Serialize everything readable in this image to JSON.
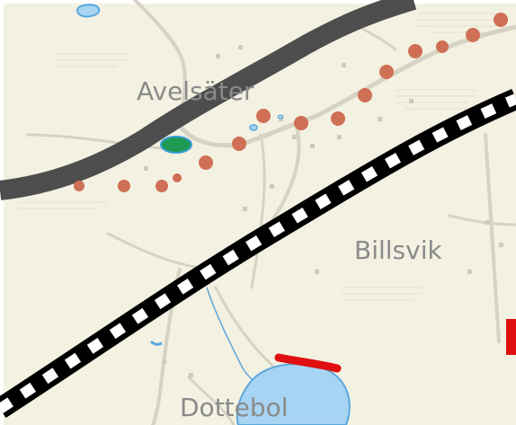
{
  "map": {
    "labels": {
      "place_avelsater": "Avelsäter",
      "place_billsvik": "Billsvik",
      "place_dottebol": "Dottebol"
    },
    "colors": {
      "land": "#f3f1e2",
      "water": "#a7d4f2",
      "water_stroke": "#5aa7dd",
      "road_minor": "#d7d3c4",
      "road_dark": "#4d4d4d",
      "railway_black": "#000000",
      "railway_white": "#ffffff",
      "dotted_route": "#cf6f55",
      "marker_green": "#1f9a55",
      "marker_outline": "#3aa0d8",
      "highlight_red": "#e01010"
    }
  }
}
